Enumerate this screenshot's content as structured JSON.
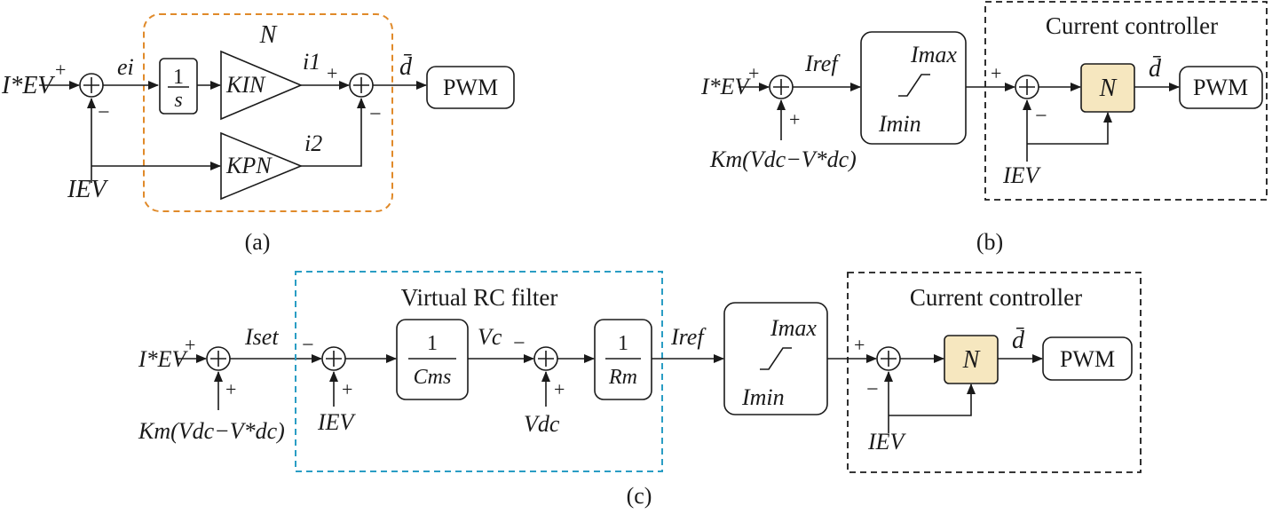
{
  "colors": {
    "stroke": "#1a1a1a",
    "n_block_fill": "#f6e7bf",
    "dashed_orange": "#e08a2a",
    "dashed_blue": "#2a9dc4"
  },
  "panel_a": {
    "caption": "(a)",
    "group_label": "N",
    "input_main": "I*EV",
    "input_feedback": "IEV",
    "error": "ei",
    "integrator_num": "1",
    "integrator_den": "s",
    "gain_integral": "KIN",
    "gain_proportional": "KPN",
    "signal_i1": "i1",
    "signal_i2": "i2",
    "output": "d̄",
    "pwm": "PWM",
    "plus": "+",
    "minus": "−"
  },
  "panel_b": {
    "caption": "(b)",
    "input_main": "I*EV",
    "input_droop": "Km(Vdc−V*dc)",
    "reference": "Iref",
    "limiter_max": "Imax",
    "limiter_min": "Imin",
    "controller_title": "Current controller",
    "controller_block": "N",
    "feedback": "IEV",
    "output": "d̄",
    "pwm": "PWM",
    "plus": "+",
    "minus": "−"
  },
  "panel_c": {
    "caption": "(c)",
    "input_main": "I*EV",
    "input_droop": "Km(Vdc−V*dc)",
    "setpoint": "Iset",
    "filter_title": "Virtual RC filter",
    "filter_feedback": "IEV",
    "cap_num": "1",
    "cap_den": "Cms",
    "capacitor_voltage": "Vc",
    "dc_voltage": "Vdc",
    "res_num": "1",
    "res_den": "Rm",
    "reference": "Iref",
    "limiter_max": "Imax",
    "limiter_min": "Imin",
    "controller_title": "Current controller",
    "controller_block": "N",
    "feedback": "IEV",
    "output": "d̄",
    "pwm": "PWM",
    "plus": "+",
    "minus": "−"
  }
}
